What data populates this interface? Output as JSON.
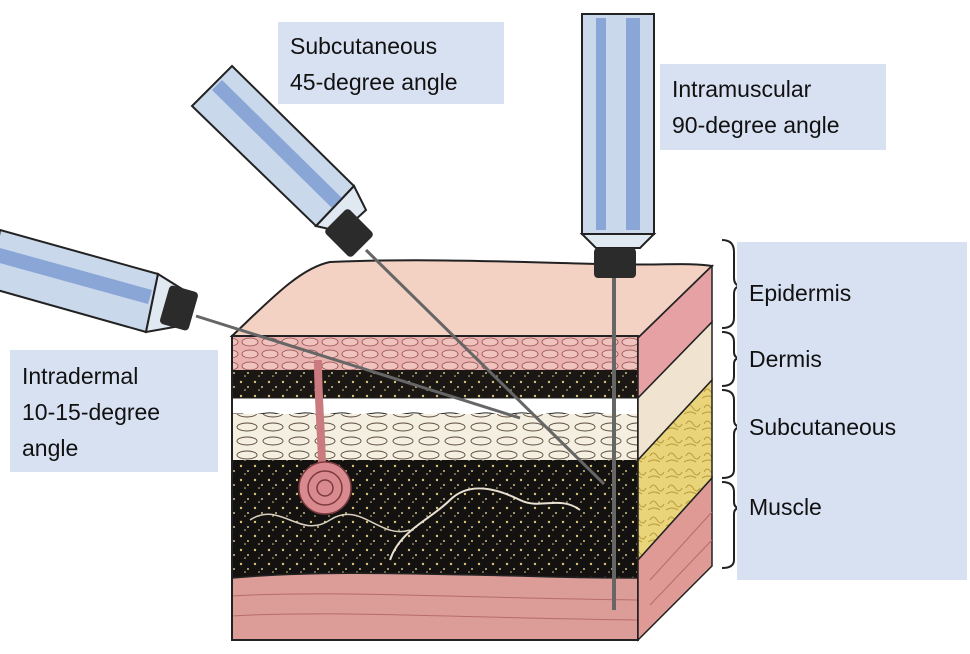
{
  "injections": {
    "subcutaneous": {
      "line1": "Subcutaneous",
      "line2": "45-degree angle"
    },
    "intramuscular": {
      "line1": "Intramuscular",
      "line2": "90-degree angle"
    },
    "intradermal": {
      "line1": "Intradermal",
      "line2": "10-15-degree",
      "line3": "angle"
    }
  },
  "layers": {
    "epidermis": "Epidermis",
    "dermis": "Dermis",
    "subcutaneous": "Subcutaneous",
    "muscle": "Muscle"
  },
  "colors": {
    "label_background": "#d8e1f2",
    "epidermis": "#f2cfc0",
    "epidermis_cells": "#ecb0ab",
    "dermis": "#f4ecdc",
    "subcutaneous_fat": "#e9cf6a",
    "muscle_dark": "#141210",
    "muscle_side": "#df9a96",
    "syringe_barrel": "#c9d8ea",
    "syringe_stripe": "#8aa6d6",
    "needle_hub": "#2b2b2b",
    "gland": "#d98a8f"
  }
}
